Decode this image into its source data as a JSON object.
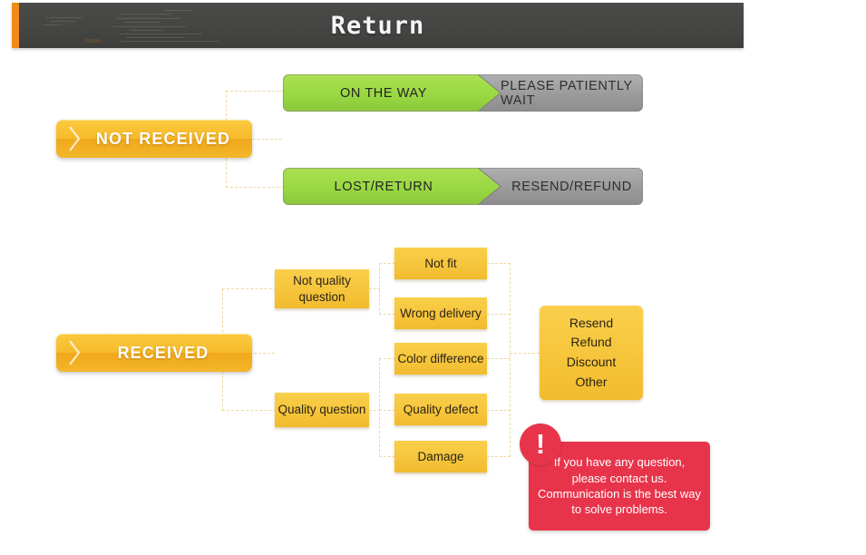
{
  "header": {
    "title": "Return",
    "accent_stripe_color": "#f08a1c",
    "bar_color": "#454543"
  },
  "status_rows": [
    {
      "status_label": "NOT RECEIVED",
      "flows": [
        {
          "cause": "ON THE WAY",
          "action": "PLEASE PATIENTLY WAIT"
        },
        {
          "cause": "LOST/RETURN",
          "action": "RESEND/REFUND"
        }
      ]
    },
    {
      "status_label": "RECEIVED",
      "categories": [
        {
          "name": "Not quality question",
          "reasons": [
            "Not fit",
            "Wrong delivery"
          ]
        },
        {
          "name": "Quality question",
          "reasons": [
            "Color difference",
            "Quality defect",
            "Damage"
          ]
        }
      ],
      "resolutions": [
        "Resend",
        "Refund",
        "Discount",
        "Other"
      ]
    }
  ],
  "boxes": {
    "not_quality_question": "Not quality\nquestion",
    "quality_question": "Quality question",
    "not_fit": "Not fit",
    "wrong_delivery": "Wrong delivery",
    "color_difference": "Color difference",
    "quality_defect": "Quality defect",
    "damage": "Damage"
  },
  "resolution_box": {
    "line1": "Resend",
    "line2": "Refund",
    "line3": "Discount",
    "line4": "Other"
  },
  "note": {
    "icon": "exclamation-icon",
    "glyph": "!",
    "text": "If you have any question, please contact us. Communication is the best way to solve problems.",
    "background_color": "#e8344b"
  },
  "colors": {
    "yellow_box": "#f6c63d",
    "orange_pill": "#f7bb2c",
    "green_arrow": "#9ada43",
    "grey_arrow": "#9a9a9a",
    "dashed_connector": "#edd9a0"
  }
}
